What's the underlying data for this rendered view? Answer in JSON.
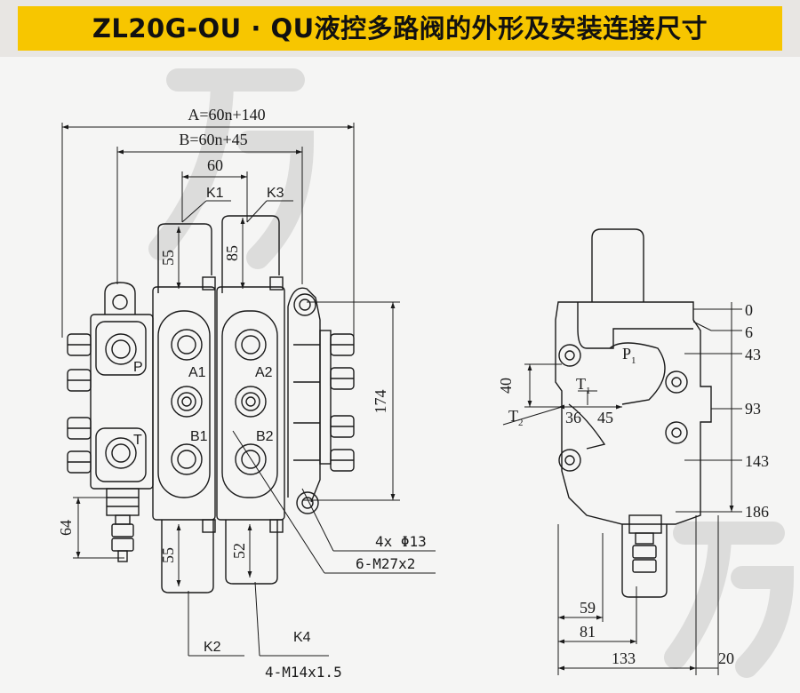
{
  "title": "ZL20G-OU · QU液控多路阀的外形及安装连接尺寸",
  "colors": {
    "title_bg": "#f7c600",
    "line": "#1a1a1a",
    "background": "#f5f5f4"
  },
  "front_view": {
    "dim_A": "A=60n+140",
    "dim_B": "B=60n+45",
    "dim_60": "60",
    "dim_55_top": "55",
    "dim_85": "85",
    "dim_174": "174",
    "dim_64": "64",
    "dim_55_bottom": "55",
    "dim_52": "52",
    "port_K1": "K1",
    "port_K3": "K3",
    "port_K2": "K2",
    "port_K4": "K4",
    "port_P": "P",
    "port_T": "T",
    "port_A1": "A1",
    "port_A2": "A2",
    "port_B1": "B1",
    "port_B2": "B2",
    "callout_holes": "4x Φ13",
    "callout_thread_m27": "6-M27x2",
    "callout_thread_m14": "4-M14x1.5"
  },
  "side_view": {
    "dim_0": "0",
    "dim_6": "6",
    "dim_43": "43",
    "dim_93": "93",
    "dim_143": "143",
    "dim_186": "186",
    "dim_40": "40",
    "dim_36": "36",
    "dim_45": "45",
    "dim_59": "59",
    "dim_81": "81",
    "dim_133": "133",
    "dim_20": "20",
    "port_P1": "P",
    "port_P1_sub": "1",
    "port_T1": "T",
    "port_T1_sub": "1",
    "port_T2": "T",
    "port_T2_sub": "2"
  }
}
